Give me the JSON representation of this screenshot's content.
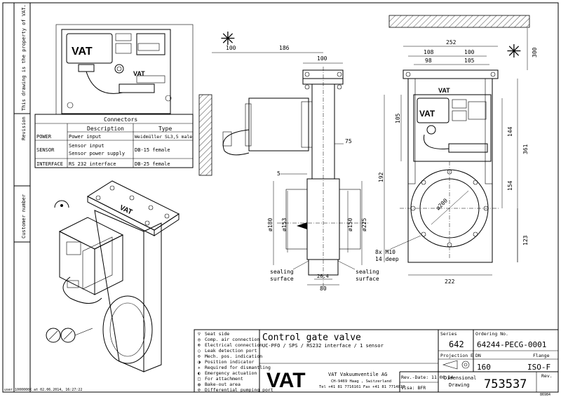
{
  "sidebar": {
    "property_note": "This drawing is the property of VAT.",
    "revision_label": "Revision",
    "customer_label": "Customer number",
    "user_stamp": "user 1000000K at 02.06.2014, 16:27:22"
  },
  "connectors": {
    "title": "Connectors",
    "headers": [
      "Description",
      "Type"
    ],
    "rows": [
      {
        "name": "POWER",
        "desc": "Power input",
        "type": "Weidmüller SL3,5 male"
      },
      {
        "name": "SENSOR",
        "desc": "Sensor input",
        "desc2": "Sensor power supply",
        "type": "DB-15 female"
      },
      {
        "name": "INTERFACE",
        "desc": "RS 232 interface",
        "type": "DB-25 female"
      }
    ]
  },
  "dimensions": {
    "d100_left": "100",
    "d186": "186",
    "d100_top": "100",
    "d75": "75",
    "d5": "5",
    "d180": "ø180",
    "d153": "ø153",
    "d150": "ø150",
    "d225": "ø225",
    "d26_4": "26.4",
    "d80": "80",
    "d252": "252",
    "d108": "108",
    "d100_r": "100",
    "d98": "98",
    "d105_top": "105",
    "d300": "300",
    "d105_left": "105",
    "d144": "144",
    "d361": "361",
    "d192": "192",
    "d154": "154",
    "d123": "123",
    "d200": "ø200",
    "d222": "222",
    "thread": "8x M10",
    "thread_depth": "14 deep"
  },
  "sealing_left": [
    "sealing",
    "surface"
  ],
  "sealing_right": [
    "sealing",
    "surface"
  ],
  "legend": [
    "Seat side",
    "Comp. air connection",
    "Electrical connection",
    "Leak detection port",
    "Mech. pos. indication",
    "Position indicator",
    "Required for dismantling",
    "Emergency actuation",
    "For attachment",
    "Bake-out area",
    "Differential pumping port"
  ],
  "title_block": {
    "title": "Control gate valve",
    "subtitle": "UC-PFO / SPS / RS232 interface / 1 sensor",
    "company": "VAT Vakuumventile AG",
    "address": "CH-9469 Haag , Switzerland",
    "phone": "Tel +41 81 7716161 Fax +41 81 7714830",
    "rev_date": "Rev.-Date: 11.06.14",
    "visa": "Visa: BFR",
    "doc_type": [
      "Dimensional",
      "Drawing"
    ],
    "series_label": "Series",
    "series": "642",
    "ordering_label": "Ordering No.",
    "ordering": "64244-PECG-0001",
    "projection_label": "Projection E",
    "dn_label": "DN",
    "flange_label": "Flange",
    "dn": "160",
    "flange": "ISO-F",
    "rev_label": "Rev.",
    "number": "753537",
    "logo": "VAT",
    "corner_code": "86984"
  }
}
